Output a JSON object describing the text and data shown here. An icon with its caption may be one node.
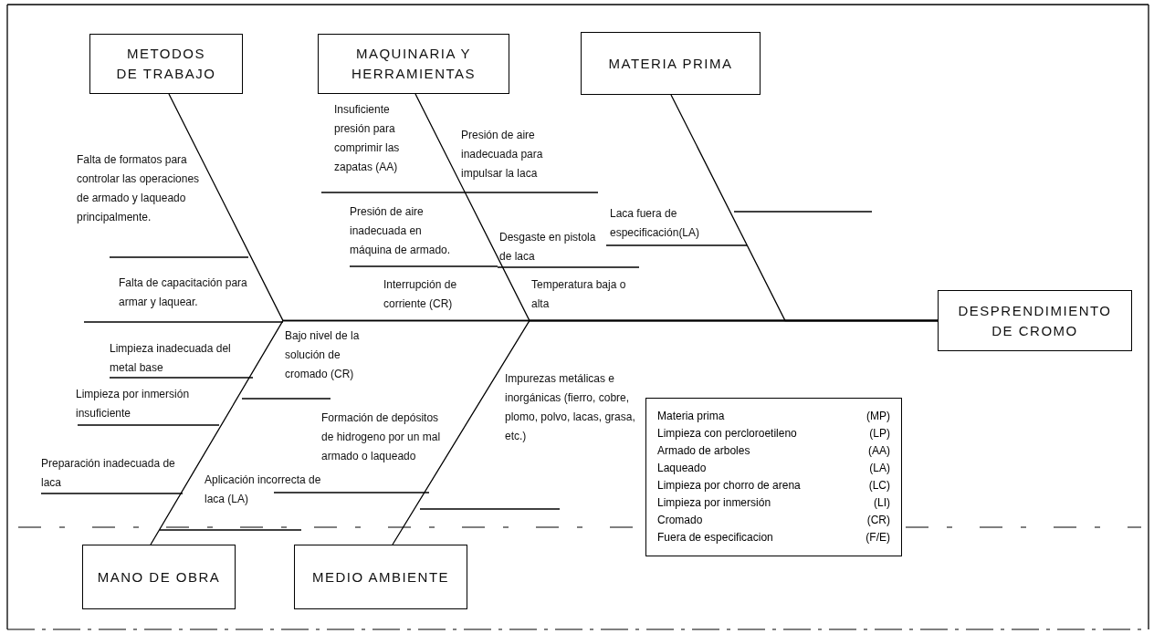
{
  "diagram": {
    "nodes": [
      {
        "text": [
          "METODOS DE TRABAJO"
        ]
      },
      {
        "text": [
          "MAQUINARIA Y HERRAMIENTAS"
        ]
      },
      {
        "text": [
          "MATERIA PRIMA"
        ]
      },
      {
        "text": [
          "DESPRENDIMIENTO DE CROMO"
        ]
      },
      {
        "text": [
          "MANO DE OBRA"
        ]
      },
      {
        "text": [
          "MEDIO AMBIENTE"
        ]
      },
      {
        "text": [
          "Materia prima",
          "(MP)",
          "Limpieza con percloroetileno",
          "(LP)",
          "Armado de arboles",
          "(AA)",
          "Laqueado",
          "(LA)",
          "Limpieza por chorro de arena",
          "(LC)",
          "Limpieza por inmersión",
          "(LI)",
          "Cromado",
          "(CR)",
          "Fuera de especificacion",
          "(F/E)"
        ]
      }
    ],
    "edges": [
      {
        "from": 0,
        "to": 3,
        "arrow": "none"
      },
      {
        "from": 1,
        "to": 3,
        "arrow": "none"
      },
      {
        "from": 2,
        "to": 3,
        "arrow": "none"
      },
      {
        "from": 4,
        "to": 3,
        "arrow": "none"
      },
      {
        "from": 5,
        "to": 3,
        "arrow": "none"
      }
    ],
    "labels": [
      "Falta de formatos para controlar las operaciones de armado y laqueado principalmente.",
      "Falta de capacitación para armar y laquear.",
      "Insuficiente presión para comprimir las zapatas (AA)",
      "Presión de aire inadecuada para impulsar la laca",
      "Presión de aire inadecuada en máquina de armado.",
      "Desgaste en pistola de laca",
      "Interrupción de corriente (CR)",
      "Temperatura baja o alta",
      "Laca fuera de especificación(LA)",
      "Bajo nivel de la solución de cromado (CR)",
      "Limpieza inadecuada del metal base",
      "Limpieza por inmersión insuficiente",
      "Preparación inadecuada de laca",
      "Aplicación incorrecta de laca (LA)",
      "Formación de depósitos de hidrogeno por un mal armado o laqueado",
      "Impurezas metálicas e inorgánicas (fierro, cobre, plomo, polvo, lacas, grasa, etc.)"
    ]
  }
}
